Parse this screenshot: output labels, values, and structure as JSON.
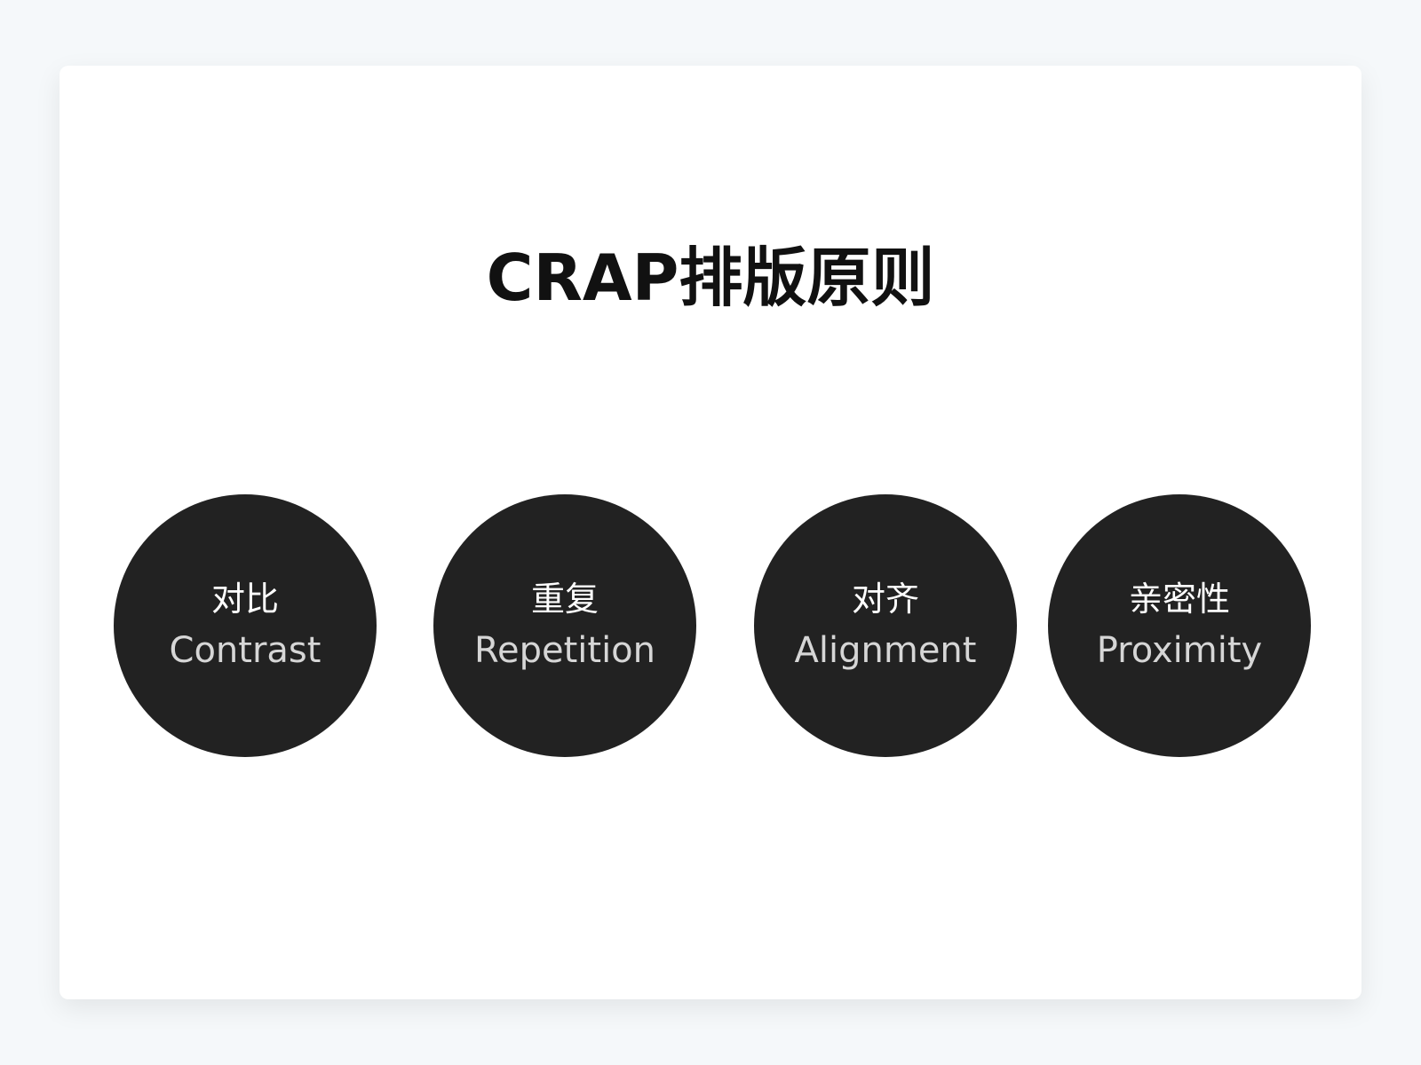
{
  "title": "CRAP排版原则",
  "principles": [
    {
      "cn": "对比",
      "en": "Contrast"
    },
    {
      "cn": "重复",
      "en": "Repetition"
    },
    {
      "cn": "对齐",
      "en": "Alignment"
    },
    {
      "cn": "亲密性",
      "en": "Proximity"
    }
  ],
  "colors": {
    "background": "#f5f8fa",
    "card": "#ffffff",
    "circle": "#222222",
    "title": "#111111",
    "cn_text": "#ffffff",
    "en_text": "#d6d6d6"
  }
}
